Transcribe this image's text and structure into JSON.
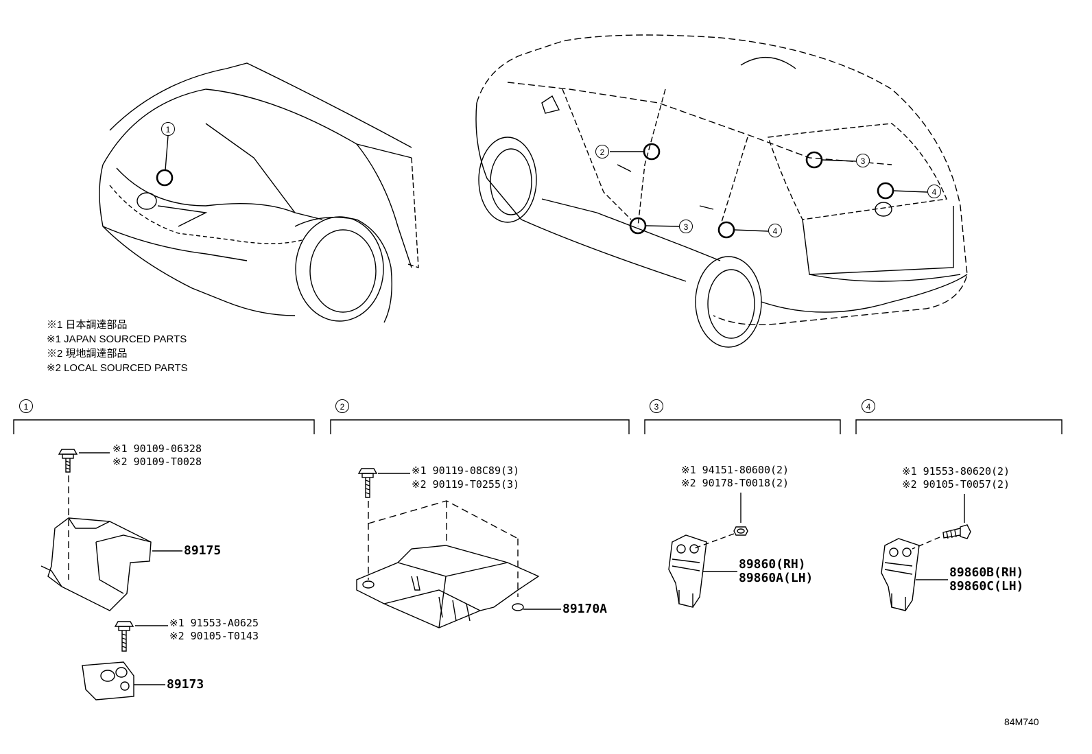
{
  "notes": [
    "※1 日本調達部品",
    "※1 JAPAN SOURCED PARTS",
    "※2 現地調達部品",
    "※2 LOCAL SOURCED PARTS"
  ],
  "car_callouts": [
    "1",
    "2",
    "3",
    "4",
    "3",
    "4"
  ],
  "sections": [
    {
      "number": "1"
    },
    {
      "number": "2"
    },
    {
      "number": "3"
    },
    {
      "number": "4"
    }
  ],
  "s1": {
    "bolt1": {
      "line1": "※1 90109-06328",
      "line2": "※2 90109-T0028"
    },
    "bracket": "89175",
    "bolt2": {
      "line1": "※1 91553-A0625",
      "line2": "※2 90105-T0143"
    },
    "sensor": "89173"
  },
  "s2": {
    "bolt": {
      "line1": "※1 90119-08C89(3)",
      "line2": "※2 90119-T0255(3)"
    },
    "ecu": "89170A"
  },
  "s3": {
    "nut": {
      "line1": "※1 94151-80600(2)",
      "line2": "※2 90178-T0018(2)"
    },
    "sensor_rh": "89860(RH)",
    "sensor_lh": "89860A(LH)"
  },
  "s4": {
    "bolt": {
      "line1": "※1 91553-80620(2)",
      "line2": "※2 90105-T0057(2)"
    },
    "sensor_rh": "89860B(RH)",
    "sensor_lh": "89860C(LH)"
  },
  "drawing_code": "84M740"
}
